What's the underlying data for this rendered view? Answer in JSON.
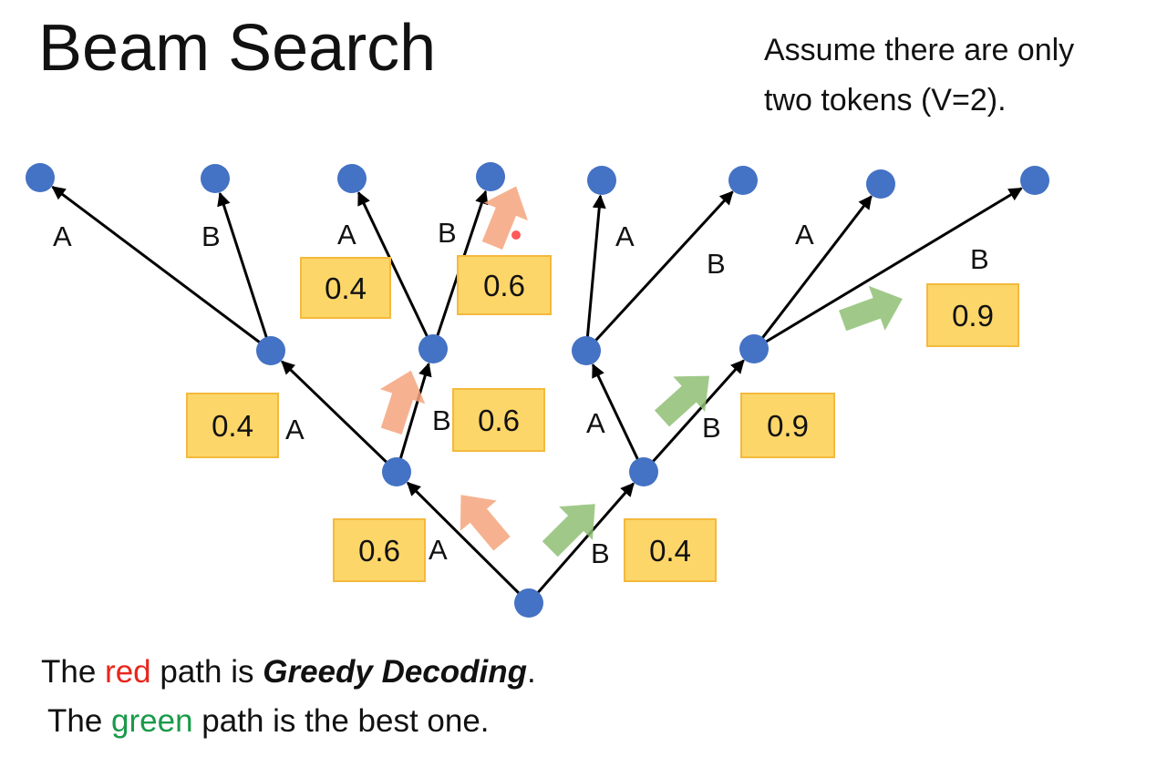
{
  "slide": {
    "title": "Beam Search",
    "note_line1": "Assume there are only",
    "note_line2": "two tokens (V=2).",
    "caption1": {
      "pre": "The ",
      "color_word": "red",
      "mid": " path is ",
      "emph": "Greedy Decoding",
      "post": "."
    },
    "caption2": {
      "pre": "The ",
      "color_word": "green",
      "post": " path is the best one."
    }
  },
  "colors": {
    "node": "#4472c4",
    "box_fill": "#fdd669",
    "box_border": "#f4b93c",
    "greedy_arrow": "#f4a47c",
    "best_arrow": "#8fbf74"
  },
  "tree": {
    "edges": [
      {
        "label": "A",
        "prob": "0.6"
      },
      {
        "label": "B",
        "prob": "0.4"
      },
      {
        "label": "A",
        "prob": "0.4"
      },
      {
        "label": "B",
        "prob": "0.6"
      },
      {
        "label": "A",
        "prob": ""
      },
      {
        "label": "B",
        "prob": "0.9"
      },
      {
        "label": "A",
        "prob": ""
      },
      {
        "label": "B",
        "prob": ""
      },
      {
        "label": "A",
        "prob": "0.4"
      },
      {
        "label": "B",
        "prob": "0.6"
      },
      {
        "label": "A",
        "prob": ""
      },
      {
        "label": "B",
        "prob": ""
      },
      {
        "label": "A",
        "prob": ""
      },
      {
        "label": "B",
        "prob": "0.9"
      }
    ]
  }
}
